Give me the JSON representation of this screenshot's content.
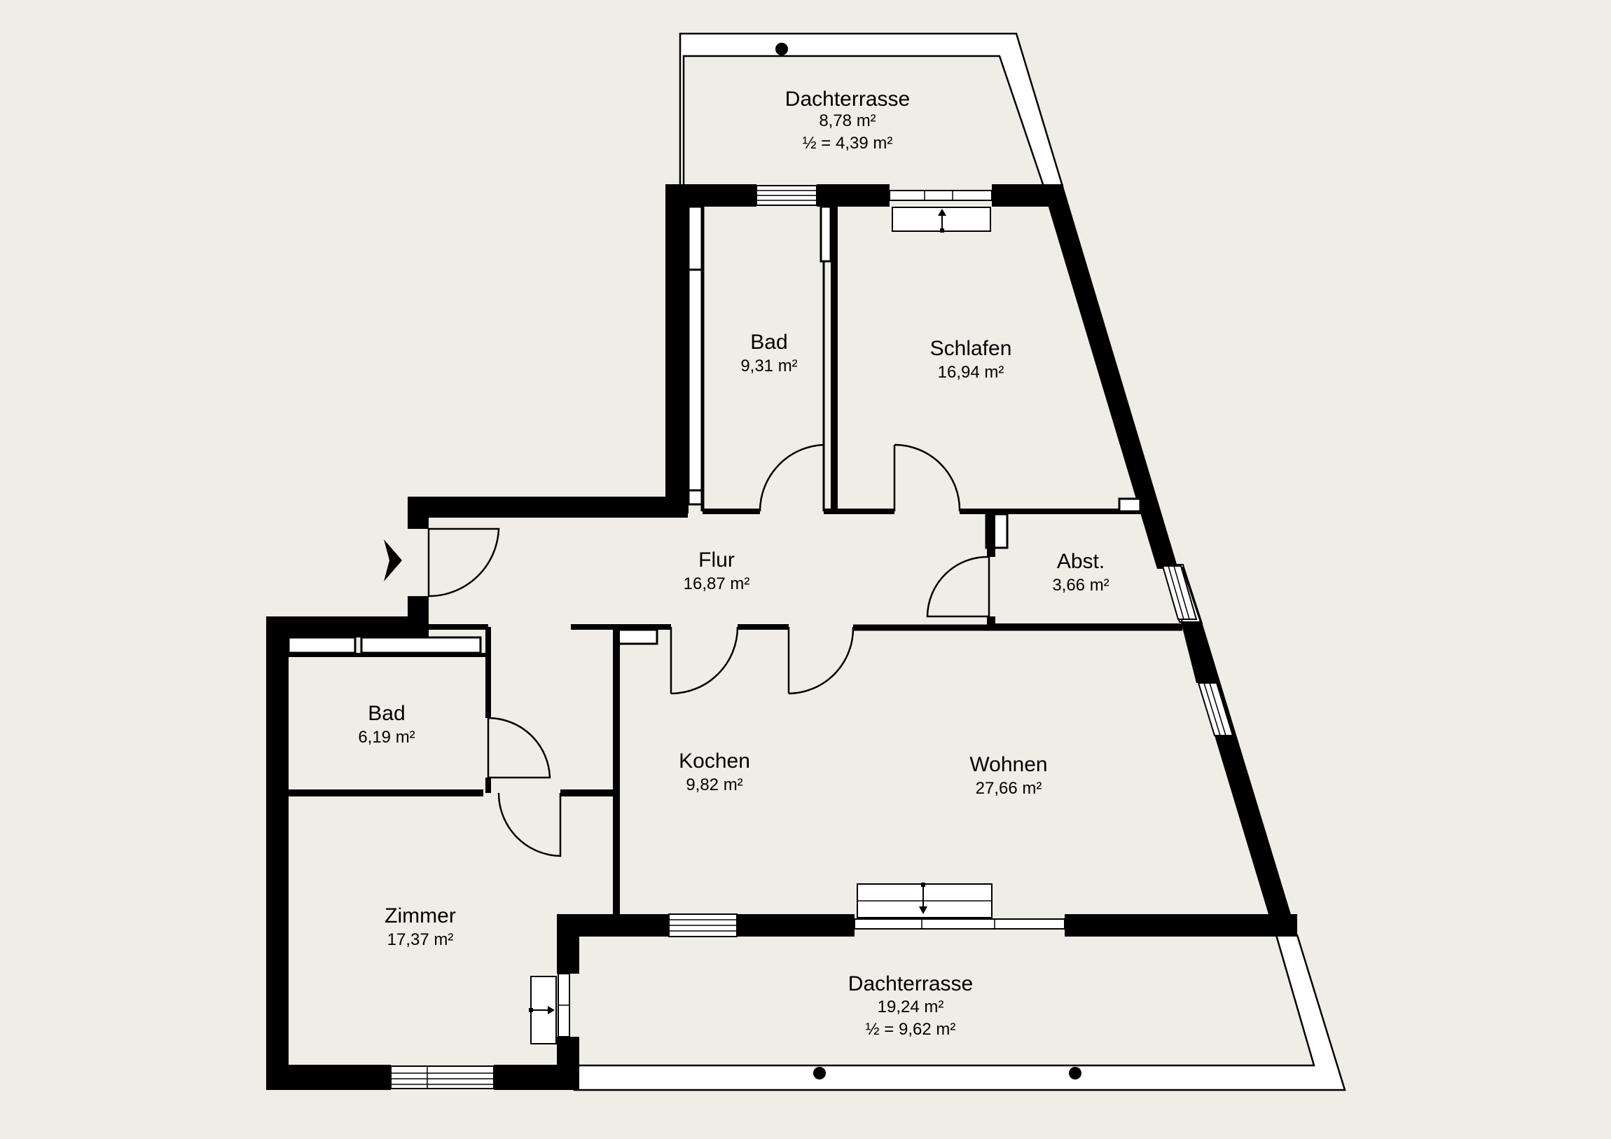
{
  "floorplan": {
    "rooms": [
      {
        "id": "dachterrasse-top",
        "name": "Dachterrasse",
        "area": "8,78 m²",
        "half": "½ = 4,39 m²"
      },
      {
        "id": "bad-top",
        "name": "Bad",
        "area": "9,31 m²"
      },
      {
        "id": "schlafen",
        "name": "Schlafen",
        "area": "16,94 m²"
      },
      {
        "id": "flur",
        "name": "Flur",
        "area": "16,87 m²"
      },
      {
        "id": "abst",
        "name": "Abst.",
        "area": "3,66 m²"
      },
      {
        "id": "bad-bottom",
        "name": "Bad",
        "area": "6,19 m²"
      },
      {
        "id": "kochen",
        "name": "Kochen",
        "area": "9,82 m²"
      },
      {
        "id": "wohnen",
        "name": "Wohnen",
        "area": "27,66 m²"
      },
      {
        "id": "zimmer",
        "name": "Zimmer",
        "area": "17,37 m²"
      },
      {
        "id": "dachterrasse-bottom",
        "name": "Dachterrasse",
        "area": "19,24 m²",
        "half": "½ = 9,62 m²"
      }
    ],
    "colors": {
      "background": "#efede6",
      "wall": "#000000",
      "terrace_rail": "#ffffff"
    },
    "icons": [
      "entrance-arrow-icon"
    ]
  }
}
